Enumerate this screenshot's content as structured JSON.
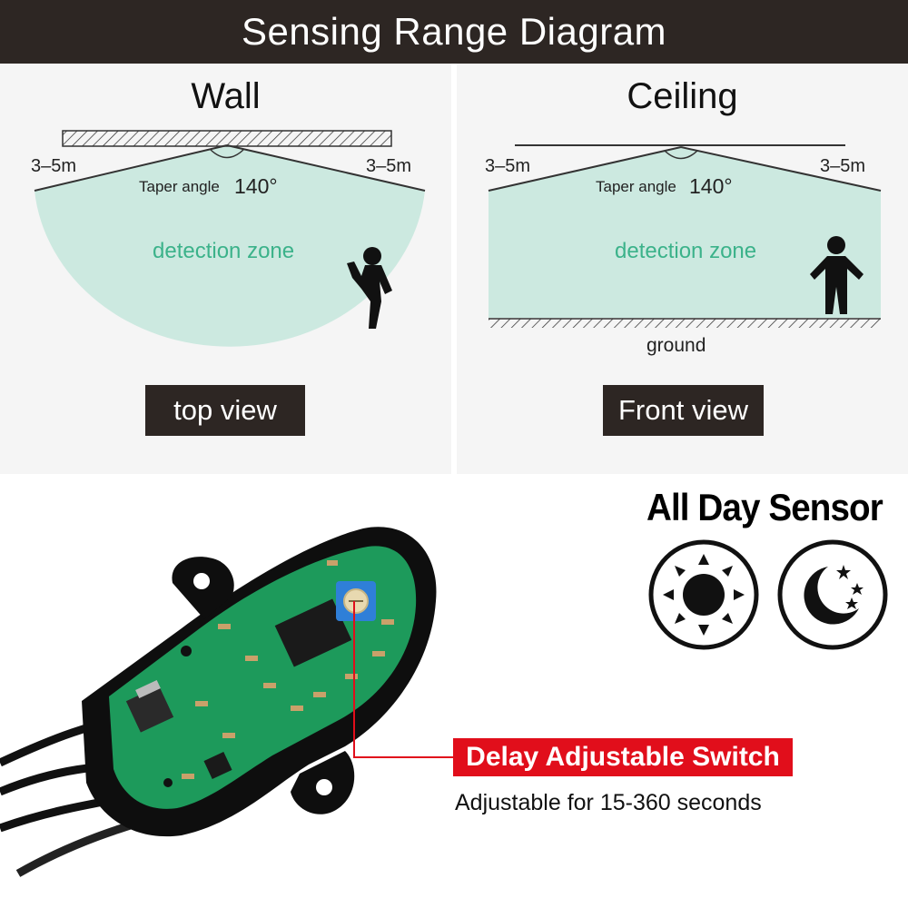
{
  "header": {
    "title": "Sensing Range Diagram"
  },
  "wall_panel": {
    "title": "Wall",
    "range_left": "3–5m",
    "range_right": "3–5m",
    "taper_label": "Taper angle",
    "taper_value": "140°",
    "zone_label": "detection zone",
    "view_label": "top view"
  },
  "ceiling_panel": {
    "title": "Ceiling",
    "range_left": "3–5m",
    "range_right": "3–5m",
    "taper_label": "Taper angle",
    "taper_value": "140°",
    "zone_label": "detection zone",
    "ground_label": "ground",
    "view_label": "Front view"
  },
  "sensor": {
    "heading": "All Day Sensor",
    "day_icon": "sun-icon",
    "night_icon": "moon-stars-icon"
  },
  "callout": {
    "title": "Delay Adjustable Switch",
    "subtitle": "Adjustable for 15-360 seconds"
  },
  "colors": {
    "header_bg": "#2d2623",
    "zone_fill": "#cce9e0",
    "zone_text": "#3bb28a",
    "callout_red": "#e10e1b",
    "pcb_green": "#1d9a5b"
  }
}
